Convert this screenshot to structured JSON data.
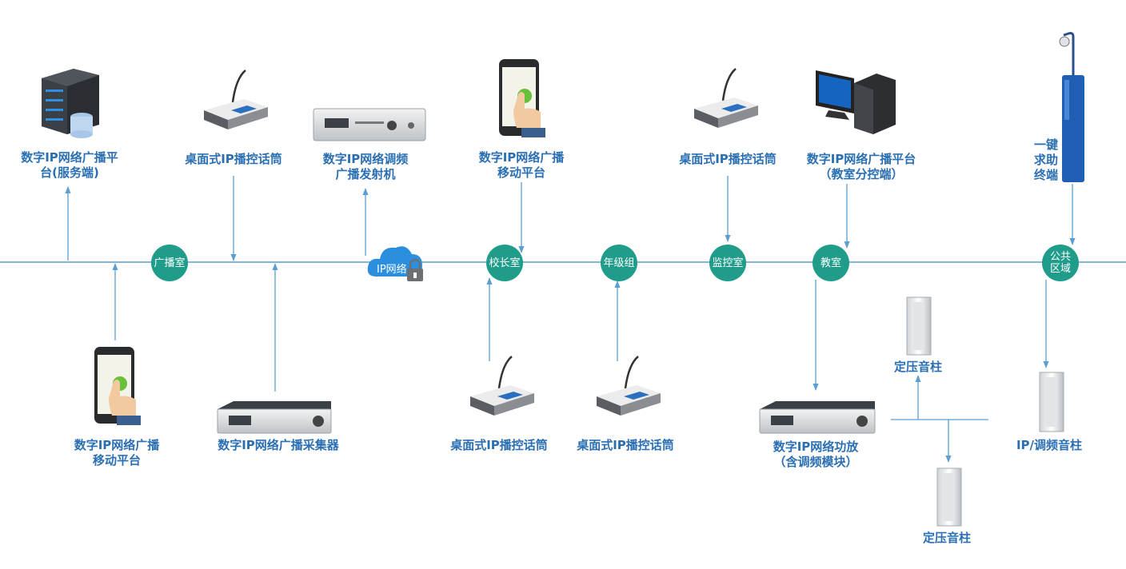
{
  "colors": {
    "line": "#5b9ed2",
    "node": "#1f9d8a",
    "label": "#2a6fb3",
    "cloud": "#2b8fe0"
  },
  "network": {
    "cloud_label": "IP网络",
    "nodes": [
      {
        "id": "broadcast-room",
        "label": "广播室"
      },
      {
        "id": "principal-room",
        "label": "校长室"
      },
      {
        "id": "grade-group",
        "label": "年级组"
      },
      {
        "id": "monitor-room",
        "label": "监控室"
      },
      {
        "id": "classroom",
        "label": "教室"
      },
      {
        "id": "public-area",
        "label": "公共\n区域"
      }
    ]
  },
  "devices": {
    "server": {
      "icon": "server-icon",
      "label": "数字IP网络广播平\n台(服务端)"
    },
    "mic_top_1": {
      "icon": "desktop-microphone-icon",
      "label": "桌面式IP播控话筒"
    },
    "fm_transmitter": {
      "icon": "rack-transmitter-icon",
      "label": "数字IP网络调频\n广播发射机"
    },
    "mobile_top": {
      "icon": "smartphone-hand-icon",
      "label": "数字IP网络广播\n移动平台"
    },
    "mic_top_2": {
      "icon": "desktop-microphone-icon",
      "label": "桌面式IP播控话筒"
    },
    "classroom_pc": {
      "icon": "desktop-pc-icon",
      "label": "数字IP网络广播平台\n（教室分控端）"
    },
    "help_terminal": {
      "icon": "help-pole-icon",
      "label": "一键\n求助\n终端"
    },
    "mobile_bottom": {
      "icon": "smartphone-hand-icon",
      "label": "数字IP网络广播\n移动平台"
    },
    "collector": {
      "icon": "rack-collector-icon",
      "label": "数字IP网络广播采集器"
    },
    "mic_bottom_1": {
      "icon": "desktop-microphone-icon",
      "label": "桌面式IP播控话筒"
    },
    "mic_bottom_2": {
      "icon": "desktop-microphone-icon",
      "label": "桌面式IP播控话筒"
    },
    "amplifier": {
      "icon": "rack-amplifier-icon",
      "label": "数字IP网络功放\n（含调频模块）"
    },
    "speaker_top": {
      "icon": "column-speaker-icon",
      "label": "定压音柱"
    },
    "speaker_bottom": {
      "icon": "column-speaker-icon",
      "label": "定压音柱"
    },
    "ip_speaker": {
      "icon": "column-speaker-icon",
      "label": "IP/调频音柱"
    }
  }
}
